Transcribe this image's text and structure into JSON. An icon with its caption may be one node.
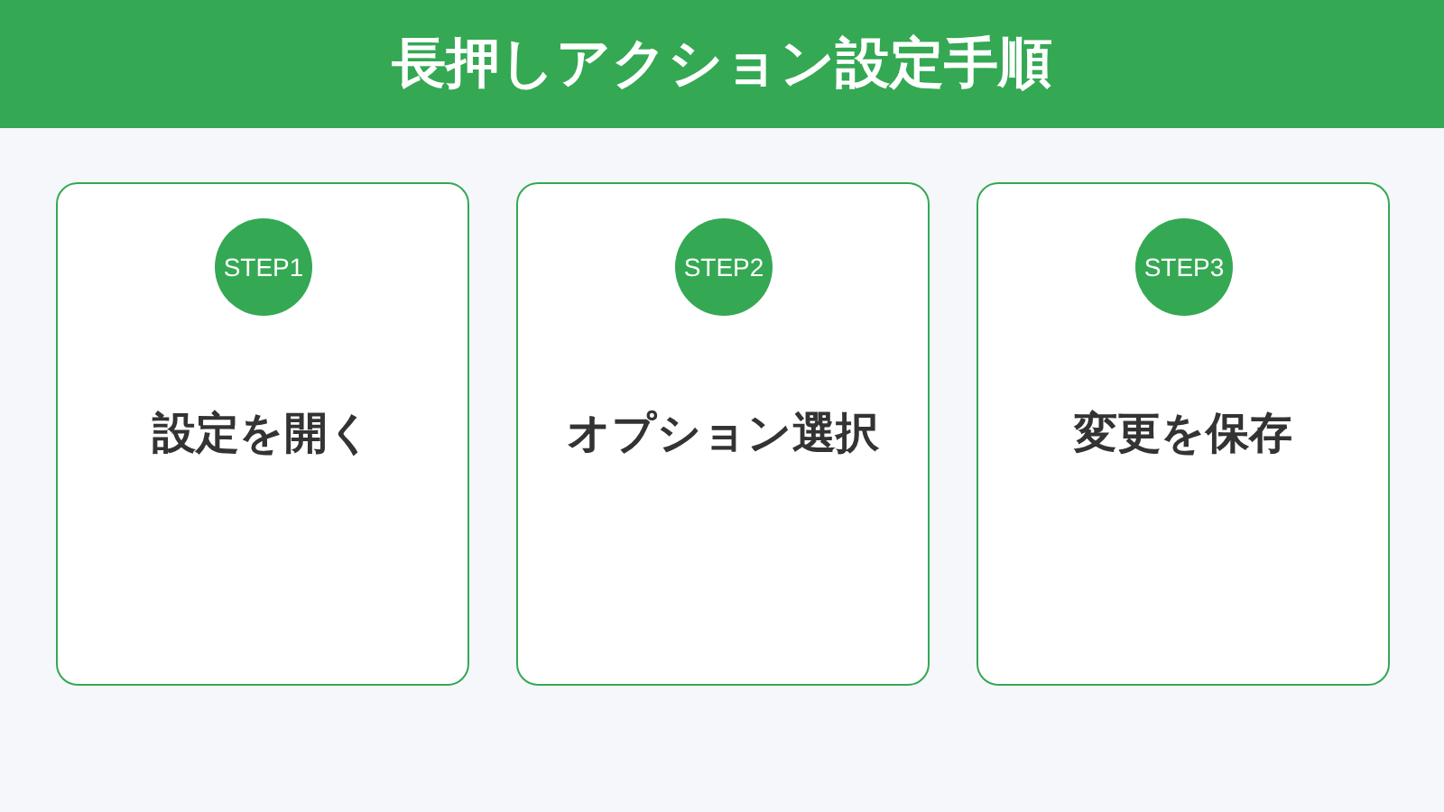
{
  "diagram": {
    "title": "長押しアクション設定手順",
    "nodes": [
      {
        "text": [
          "設定を開く"
        ]
      },
      {
        "text": [
          "STEP1"
        ],
        "in": 0
      },
      {
        "text": [
          "オプション選択"
        ]
      },
      {
        "text": [
          "STEP2"
        ],
        "in": 2
      },
      {
        "text": [
          "変更を保存"
        ]
      },
      {
        "text": [
          "STEP3"
        ],
        "in": 4
      }
    ]
  }
}
